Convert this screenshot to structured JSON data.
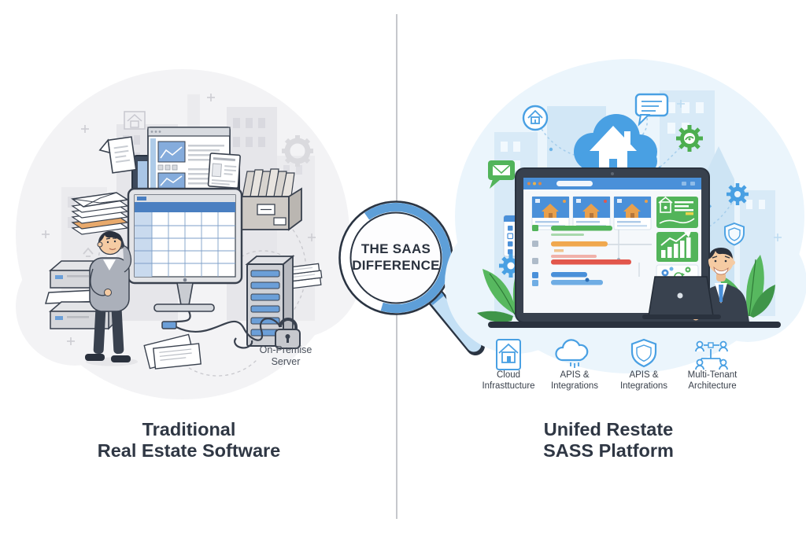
{
  "lens": {
    "line1": "THE SAAS",
    "line2": "DIFFERENCE"
  },
  "left_panel": {
    "caption": {
      "line1": "Traditional",
      "line2": "Real Estate Software"
    },
    "server_label": {
      "line1": "On-Premise",
      "line2": "Server"
    }
  },
  "right_panel": {
    "caption": {
      "line1": "Unifed Restate",
      "line2": "SASS Platform"
    },
    "features": [
      {
        "icon": "document-house-icon",
        "line1": "Cloud",
        "line2": "Infrasttucture"
      },
      {
        "icon": "cloud-sync-icon",
        "line1": "APIS &",
        "line2": "Integrations"
      },
      {
        "icon": "shield-icon",
        "line1": "APIS &",
        "line2": "Integrations"
      },
      {
        "icon": "multi-tenant-icon",
        "line1": "Multi-Tenant",
        "line2": "Architecture"
      }
    ]
  },
  "colors": {
    "accent_blue": "#49a0e3",
    "dashboard_blue": "#4a90d9",
    "accent_green": "#52b45a",
    "accent_orange": "#f0a84e",
    "accent_red": "#e2574c",
    "house_orange": "#e8a04c",
    "text_dark": "#2f3744",
    "divider_gray": "#b3b6bc",
    "left_gray": "#d6d7db",
    "outline_dark": "#39414e"
  }
}
